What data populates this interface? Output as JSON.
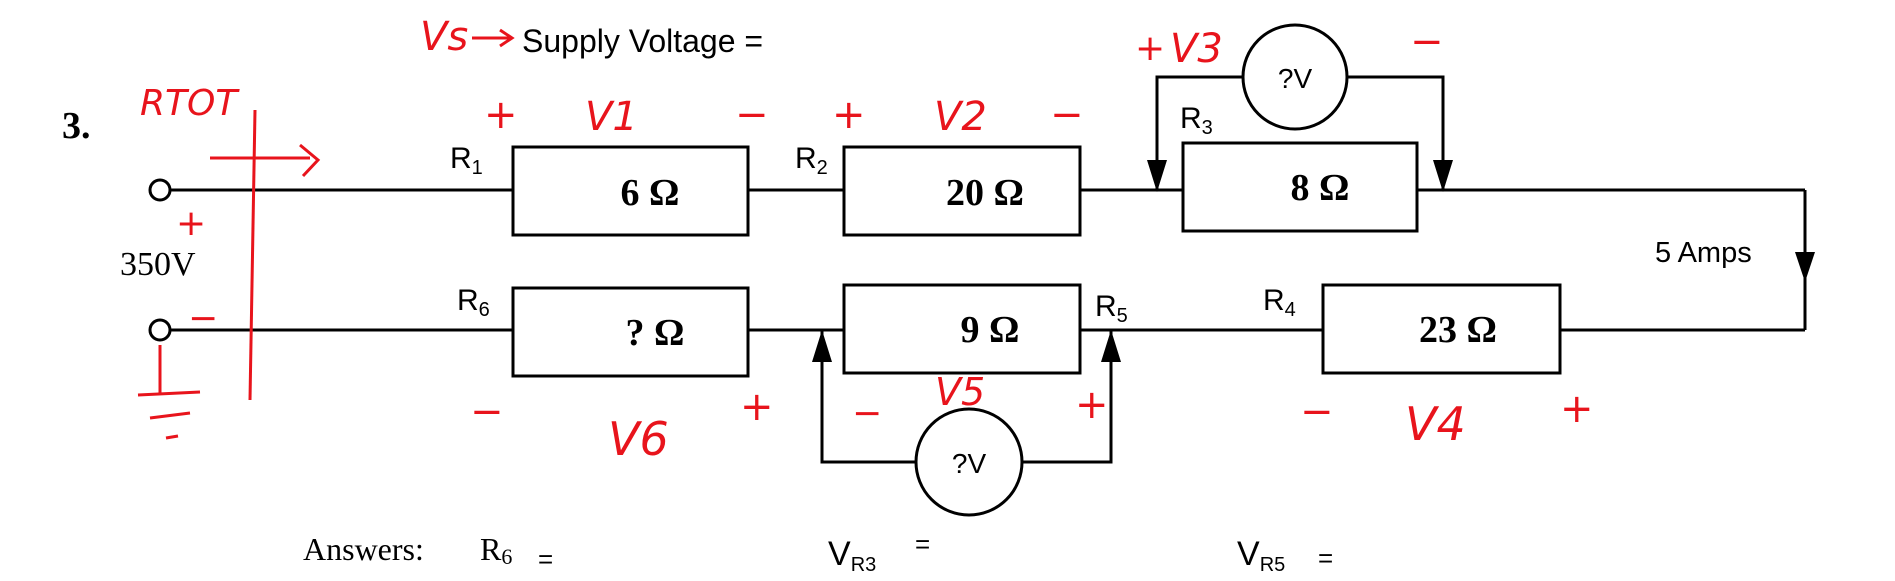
{
  "problem": {
    "number": "3.",
    "source_voltage": "350V",
    "supply_label": "Supply Voltage ="
  },
  "resistors": {
    "r1": {
      "label": "R",
      "sub": "1",
      "value": "6 Ω"
    },
    "r2": {
      "label": "R",
      "sub": "2",
      "value": "20 Ω"
    },
    "r3": {
      "label": "R",
      "sub": "3",
      "value": "8 Ω"
    },
    "r4": {
      "label": "R",
      "sub": "4",
      "value": "23 Ω"
    },
    "r5": {
      "label": "R",
      "sub": "5",
      "value": "9 Ω"
    },
    "r6": {
      "label": "R",
      "sub": "6",
      "value": "? Ω"
    }
  },
  "meters": {
    "top": "?V",
    "bottom": "?V"
  },
  "current": "5 Amps",
  "answers": {
    "prefix": "Answers:",
    "r6_label": "R",
    "r6_sub": "6",
    "r6_eq": "=",
    "vr3_label": "V",
    "vr3_sub": "R3",
    "vr3_eq": "=",
    "vr5_label": "V",
    "vr5_sub": "R5",
    "vr5_eq": "="
  },
  "annotations": {
    "color": "#e8141c",
    "vs_label": "Vs",
    "rtot_label": "RTOT",
    "v1": "V1",
    "v2": "V2",
    "v3": "V3",
    "v4": "V4",
    "v5": "V5",
    "v6": "V6",
    "plus": "+",
    "minus": "−"
  }
}
